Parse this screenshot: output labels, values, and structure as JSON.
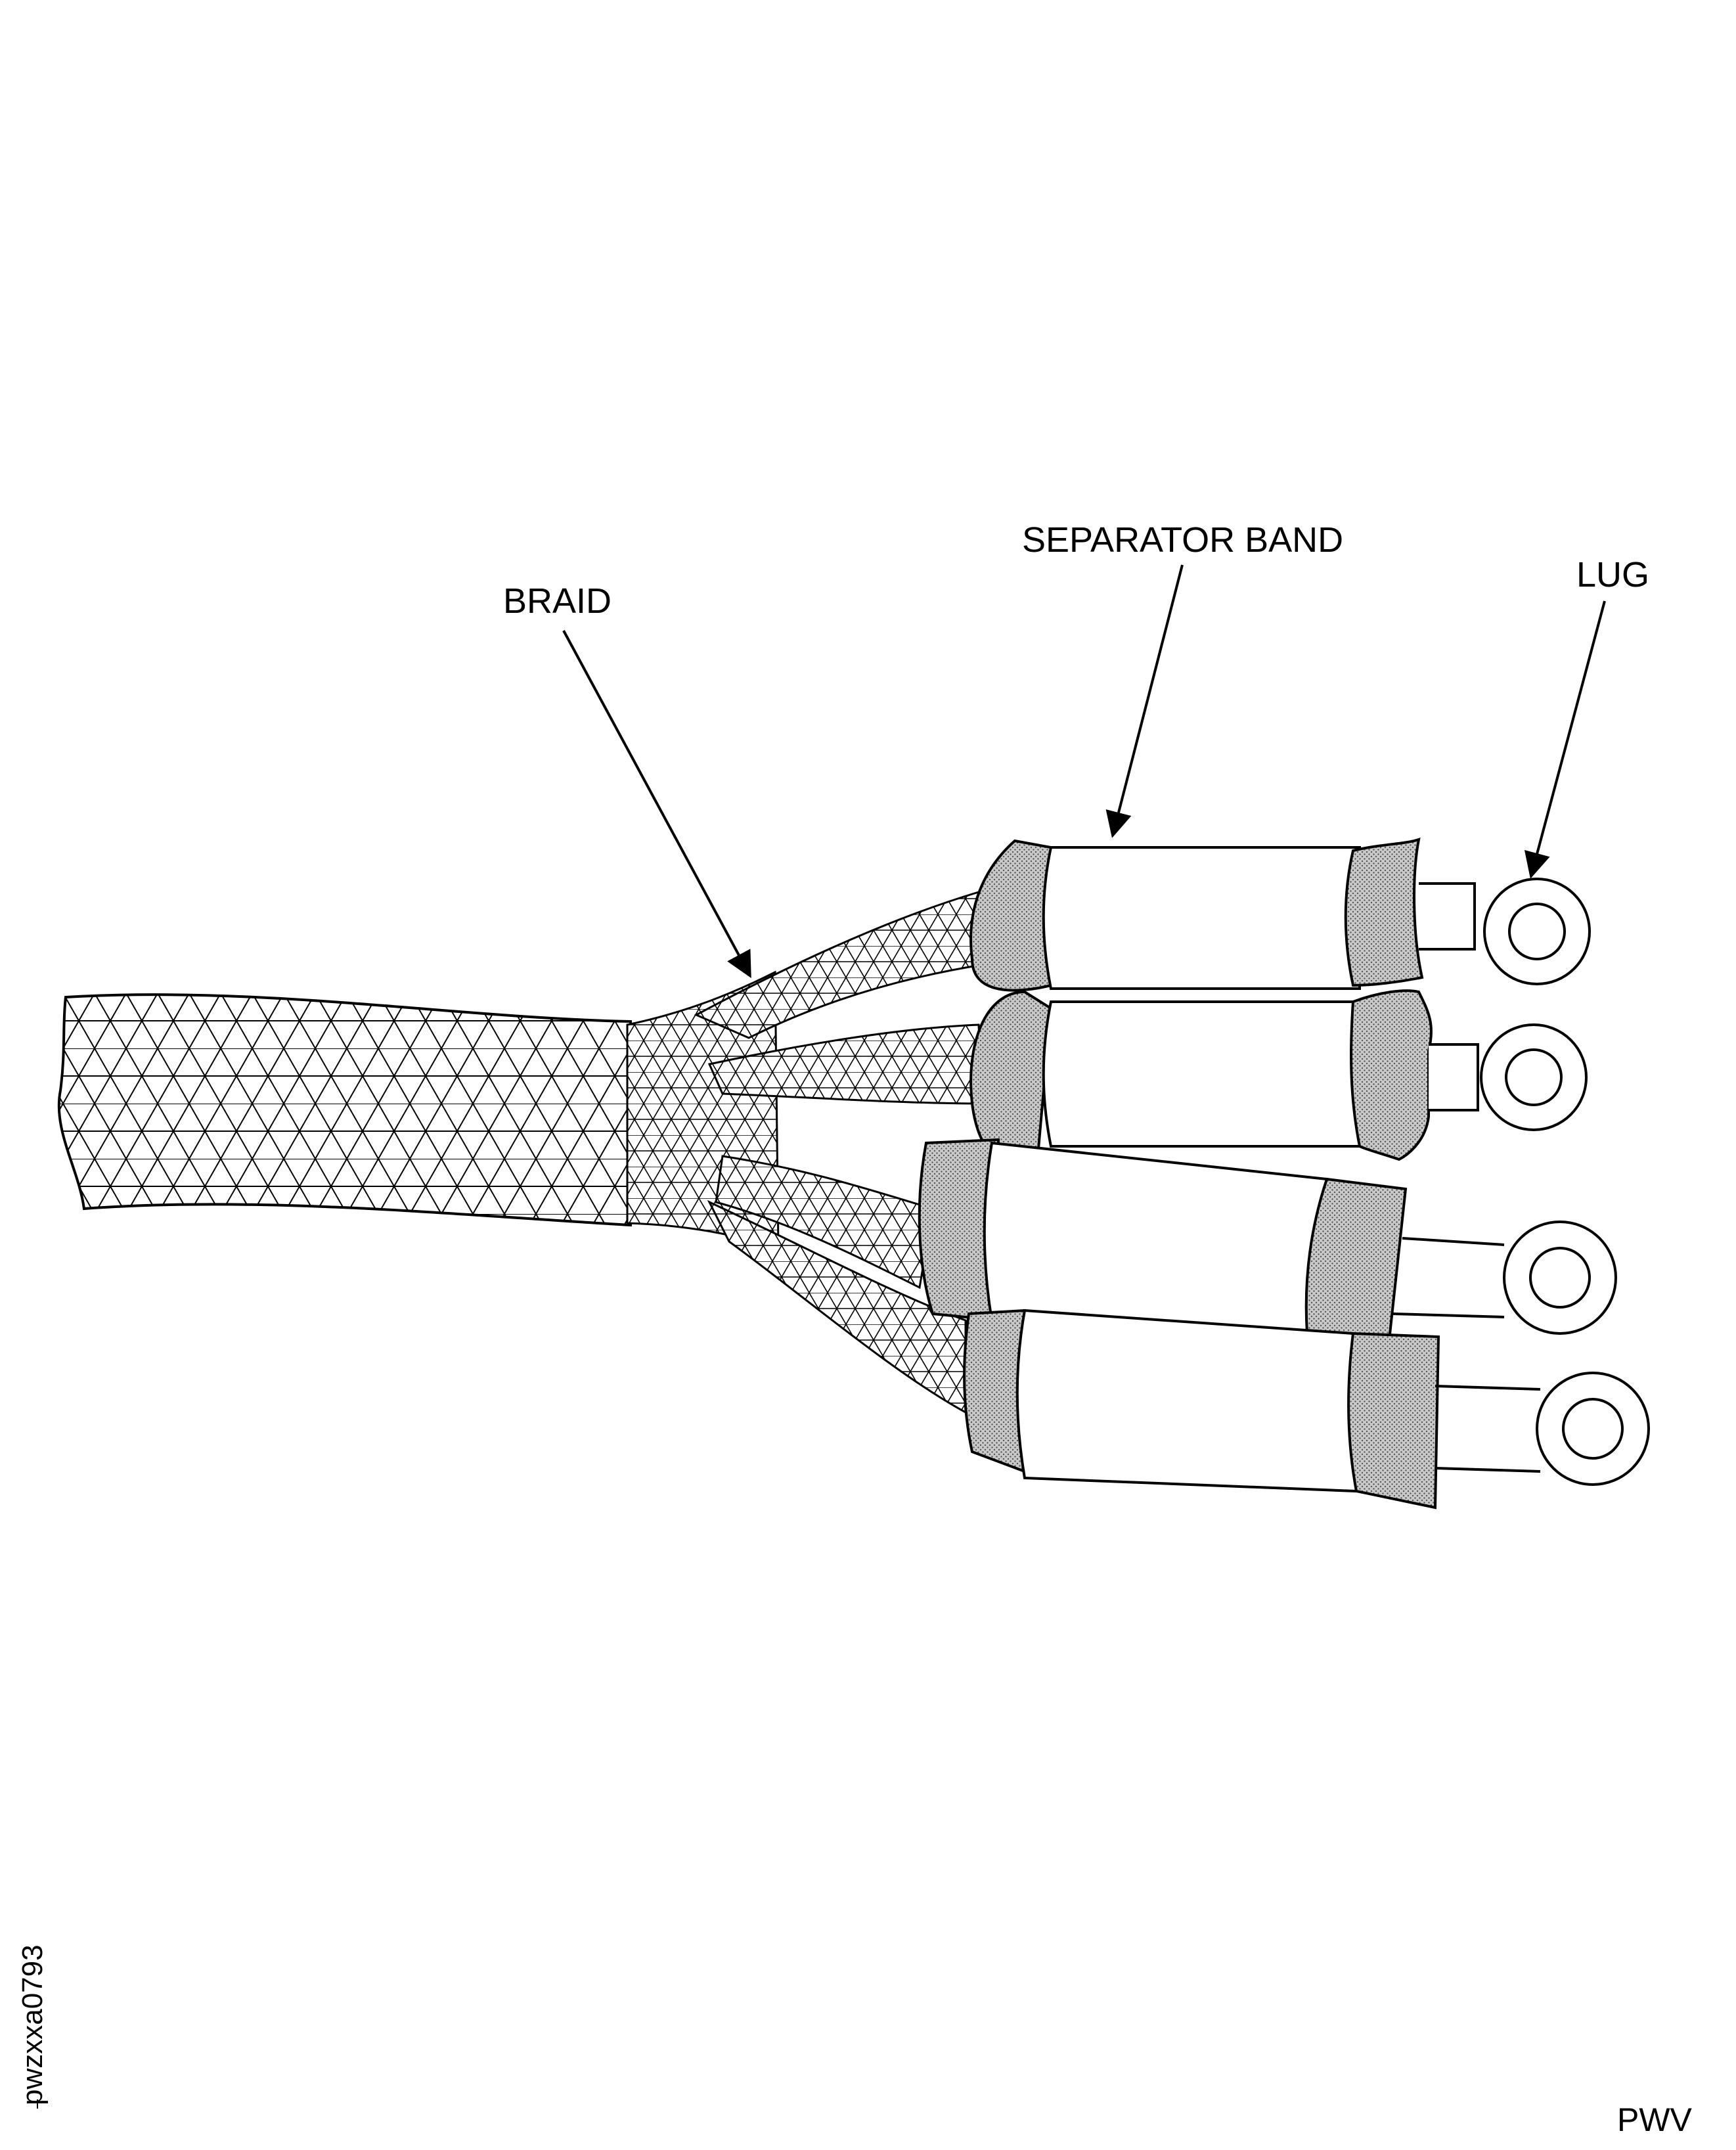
{
  "labels": {
    "braid": "BRAID",
    "separator_band": "SEPARATOR BAND",
    "lug": "LUG"
  },
  "figure_id": "pwzxxa0793",
  "footer_code": "PWV",
  "colors": {
    "ink": "#000000",
    "band_stipple": "#b8b8b8",
    "paper": "#ffffff"
  }
}
